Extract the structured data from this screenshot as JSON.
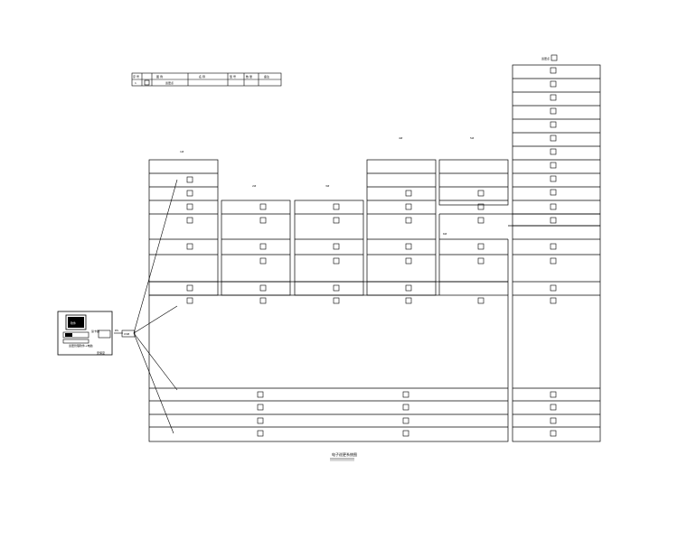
{
  "title": "电子巡更系统图",
  "legend": {
    "headers": [
      "序 号",
      "图 例",
      "名 称",
      "型 号",
      "数 量",
      "备注"
    ],
    "row": {
      "no": "1",
      "name": "巡更点",
      "qty": "",
      "note": ""
    }
  },
  "control": {
    "monitor_label": "软件",
    "reader_label": "读卡器",
    "caption": "巡更管理软件+电脑",
    "room": "安保室",
    "hub1": "RS",
    "hub2": "USB"
  },
  "building_labels": [
    "1#",
    "2#",
    "3#",
    "4#",
    "5#",
    "6#"
  ],
  "top_label": "巡更点",
  "colors": {
    "line": "#000000",
    "bg": "#ffffff"
  }
}
